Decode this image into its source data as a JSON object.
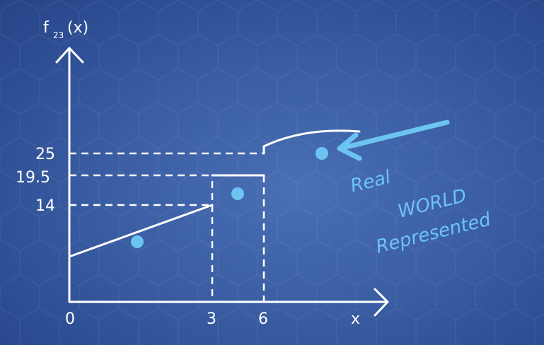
{
  "axes": {
    "y_label": "f",
    "y_label_sub": "23",
    "y_label_suffix": "(x)",
    "x_label": "x"
  },
  "ticks": {
    "x": [
      "0",
      "3",
      "6"
    ],
    "y": [
      "25",
      "19.5",
      "14"
    ]
  },
  "annotation": {
    "line1": "Real",
    "line2": "WORLD",
    "line3": "Represented"
  },
  "colors": {
    "background": "#3a5da3",
    "lines": "#ffffff",
    "points": "#6cc4f0",
    "annotation": "#6cc4f0"
  }
}
